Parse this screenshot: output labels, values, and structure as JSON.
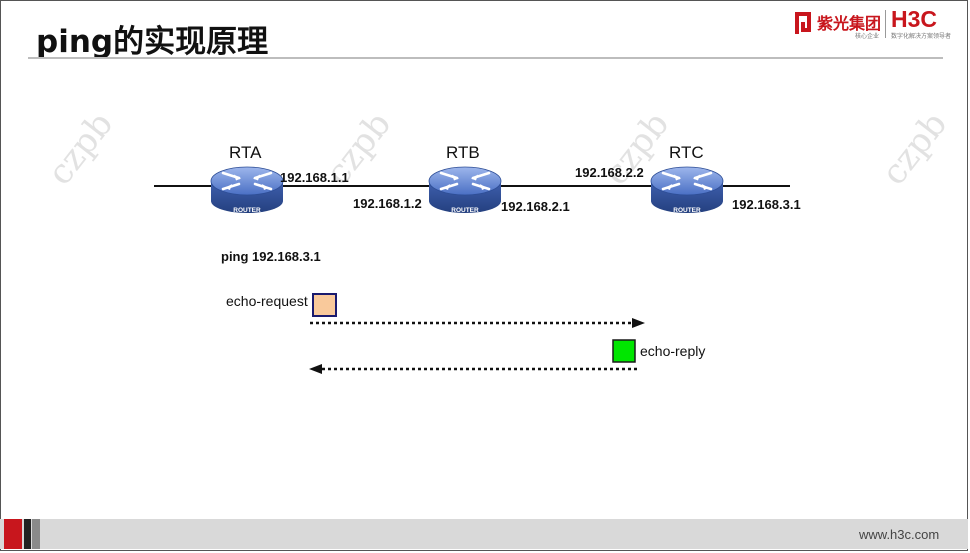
{
  "slide": {
    "title": "ping的实现原理",
    "footer_url": "www.h3c.com"
  },
  "logo": {
    "brand1": "紫光集团",
    "sub1": "核心企业",
    "brand2": "H3C",
    "sub2": "数字化解决方案领导者"
  },
  "watermark": "czpb",
  "routers": [
    {
      "name": "RTA",
      "badge": "ROUTER"
    },
    {
      "name": "RTB",
      "badge": "ROUTER"
    },
    {
      "name": "RTC",
      "badge": "ROUTER"
    }
  ],
  "ips": {
    "rta_right": "192.168.1.1",
    "rtb_left": "192.168.1.2",
    "rtb_right": "192.168.2.1",
    "rtc_left": "192.168.2.2",
    "rtc_right": "192.168.3.1"
  },
  "command": "ping 192.168.3.1",
  "messages": {
    "request": "echo-request",
    "reply": "echo-reply"
  },
  "colors": {
    "request_box": "#f9c99b",
    "reply_box": "#00e600",
    "brand_red": "#c8161d",
    "router_blue": "#4a6fc4"
  }
}
